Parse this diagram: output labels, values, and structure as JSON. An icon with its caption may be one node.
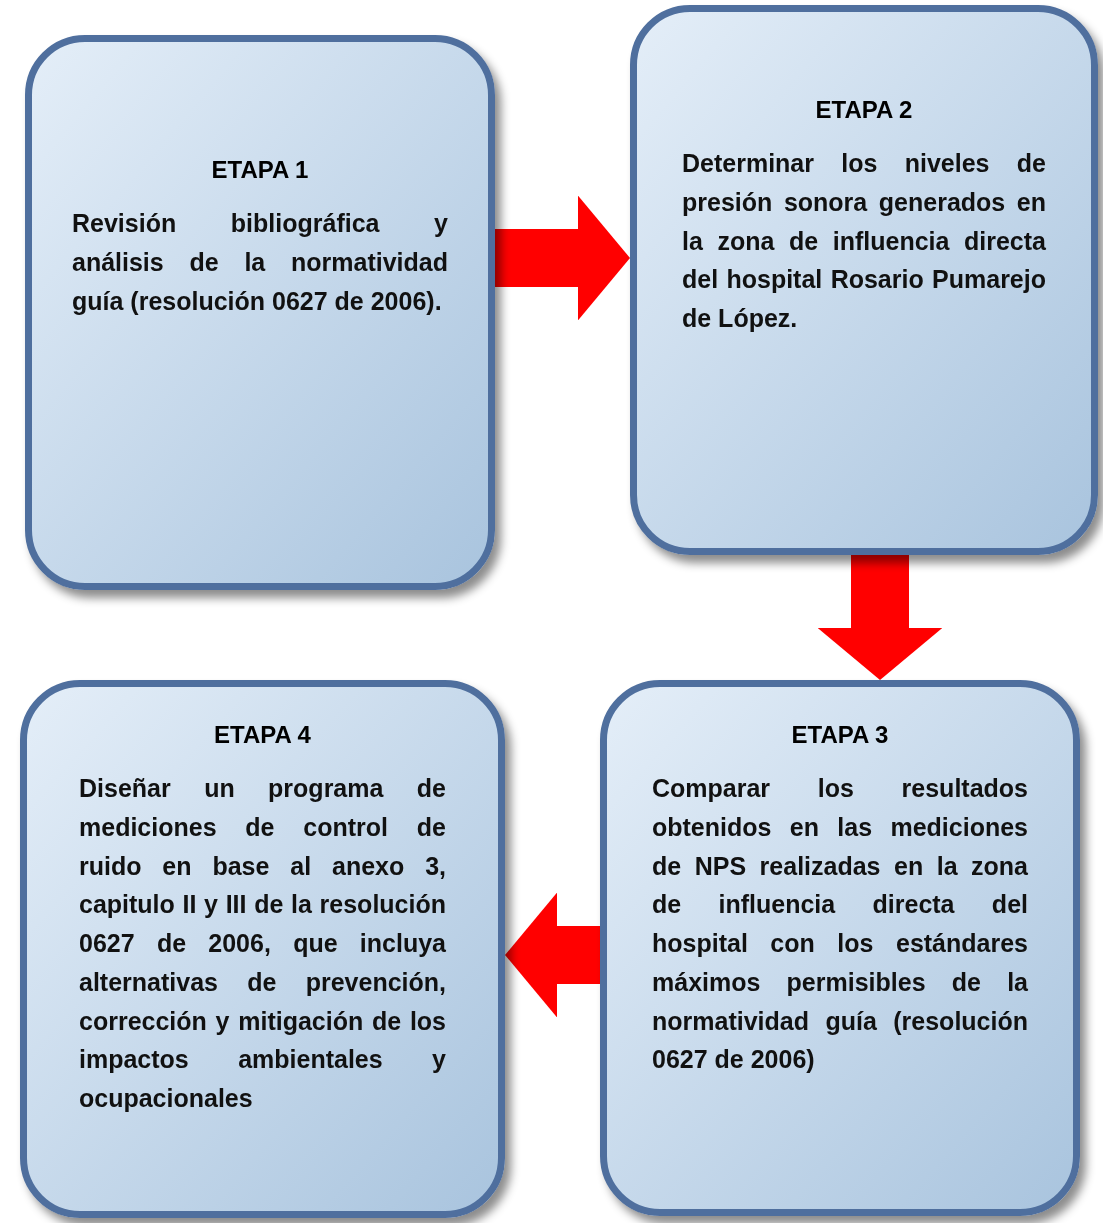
{
  "diagram": {
    "nodes": [
      {
        "text": [
          "ETAPA 1",
          "Revisión bibliográfica y análisis de la normatividad guía (resolución 0627 de 2006)."
        ]
      },
      {
        "text": [
          "ETAPA 2",
          "Determinar los niveles de presión sonora generados en la zona de influencia directa del hospital Rosario Pumarejo de López."
        ]
      },
      {
        "text": [
          "ETAPA 3",
          "Comparar los resultados obtenidos en las mediciones de NPS realizadas en la zona de influencia directa del hospital con los estándares máximos permisibles de la normatividad guía (resolución 0627 de 2006)"
        ]
      },
      {
        "text": [
          "ETAPA 4",
          "Diseñar un programa de mediciones de control de ruido en base al anexo 3, capitulo II y III de la resolución 0627 de 2006, que incluya alternativas de prevención, corrección y mitigación de los impactos ambientales y ocupacionales"
        ]
      }
    ],
    "edges": [
      {
        "from": 0,
        "to": 1,
        "arrow": "to"
      },
      {
        "from": 1,
        "to": 2,
        "arrow": "to"
      },
      {
        "from": 2,
        "to": 3,
        "arrow": "to"
      }
    ]
  }
}
